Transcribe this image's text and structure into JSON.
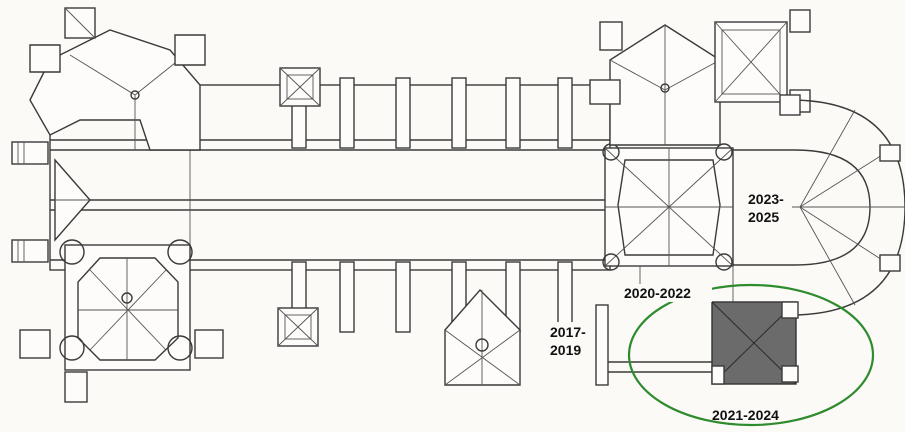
{
  "plan": {
    "labels": {
      "phase_2017": "2017-\n2019",
      "phase_2020": "2020-2022",
      "phase_2021": "2021-2024",
      "phase_2023": "2023-\n2025"
    },
    "highlight_color": "#2e8b2e",
    "shaded_color": "#6b6b6b"
  }
}
